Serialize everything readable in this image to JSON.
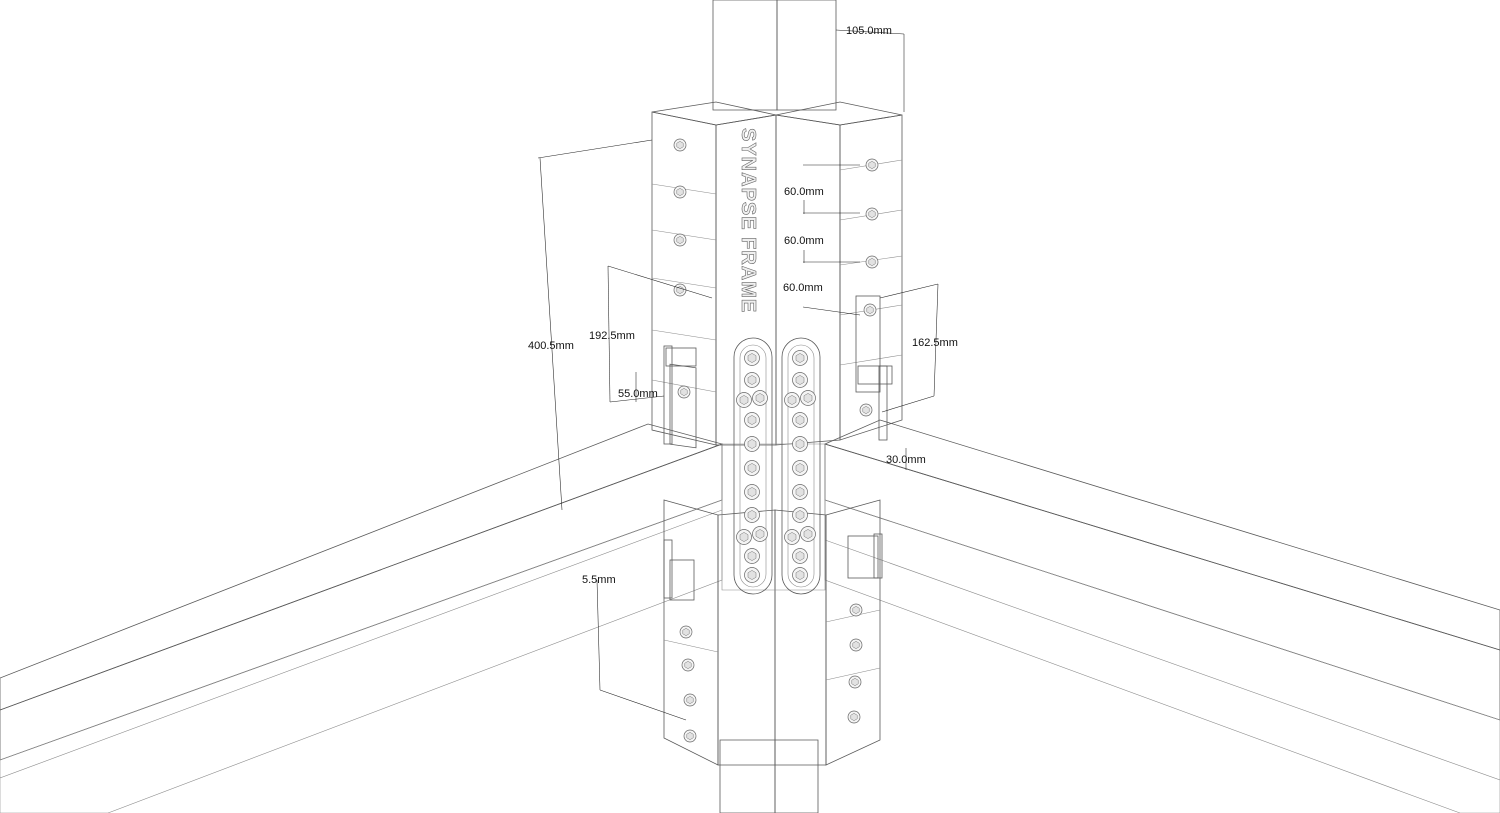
{
  "drawing": {
    "dimensions": {
      "width_top": "105.0mm",
      "bracket_total": "400.5mm",
      "spacing_1": "60.0mm",
      "spacing_2": "60.0mm",
      "spacing_3": "60.0mm",
      "left_pin_height": "192.5mm",
      "left_pin_offset": "55.0mm",
      "right_pin_height": "162.5mm",
      "right_gap": "30.0mm",
      "lower_left_partial": "5.5mm"
    },
    "plate_text": "SYNAPSE FRAME",
    "colors": {
      "face_light": "#ececec",
      "face_mid": "#e2e2e2",
      "face_top": "#9f9f9f",
      "edge": "#5a5a5a"
    }
  }
}
